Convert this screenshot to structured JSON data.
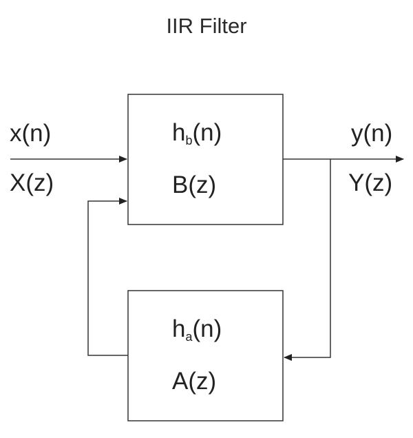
{
  "title": "IIR Filter",
  "input": {
    "time_label": "x(n)",
    "z_label": "X(z)"
  },
  "output": {
    "time_label": "y(n)",
    "z_label": "Y(z)"
  },
  "block_b": {
    "impulse_base": "h",
    "impulse_sub": "b",
    "impulse_arg": "(n)",
    "transfer": "B(z)"
  },
  "block_a": {
    "impulse_base": "h",
    "impulse_sub": "a",
    "impulse_arg": "(n)",
    "transfer": "A(z)"
  },
  "colors": {
    "line": "#333333",
    "text": "#222222",
    "background": "#ffffff"
  }
}
